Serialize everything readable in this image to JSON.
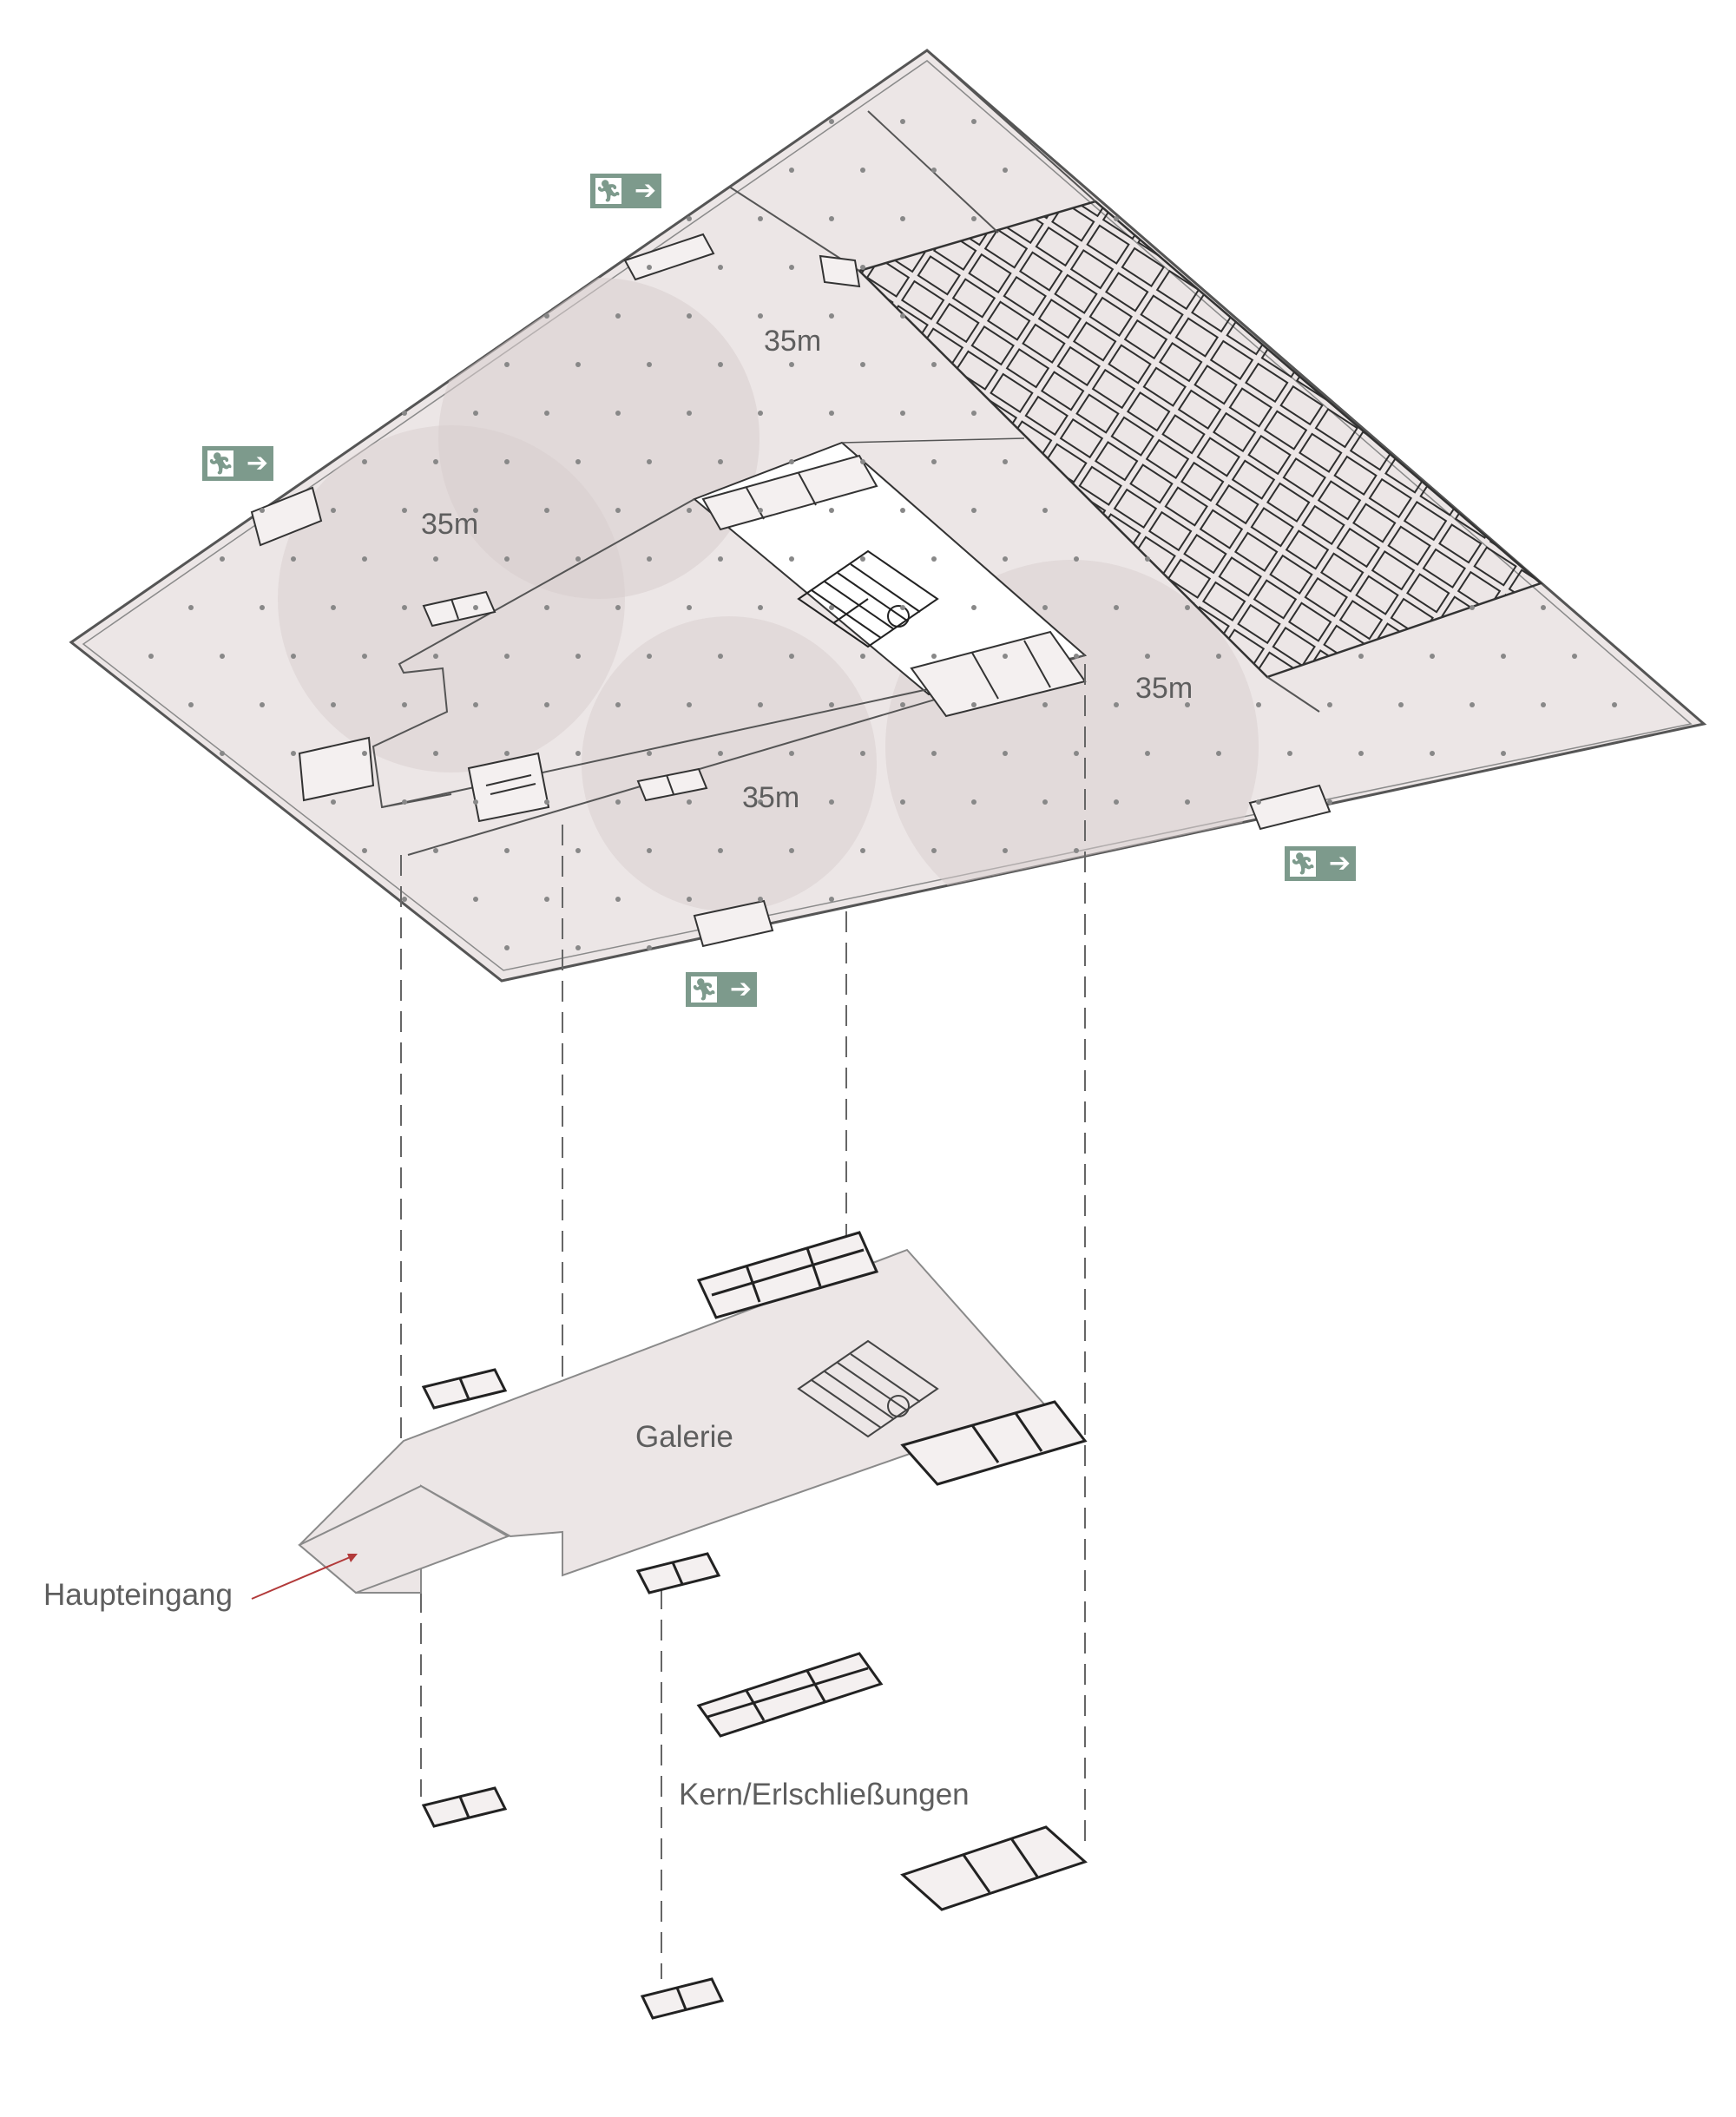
{
  "labels": {
    "distance_1": "35m",
    "distance_2": "35m",
    "distance_3": "35m",
    "distance_4": "35m",
    "galerie": "Galerie",
    "haupteingang": "Haupteingang",
    "kern": "Kern/Erlschließungen"
  },
  "exit_signs": [
    {
      "icon": "emergency-exit-icon"
    },
    {
      "icon": "emergency-exit-icon"
    },
    {
      "icon": "emergency-exit-icon"
    },
    {
      "icon": "emergency-exit-icon"
    }
  ],
  "colors": {
    "floor_fill": "#ece6e6",
    "radius_fill": "#ddd3d3",
    "exit_sign": "#7d9a8c",
    "line": "#4a4a4a",
    "arrow": "#b23a3a"
  }
}
